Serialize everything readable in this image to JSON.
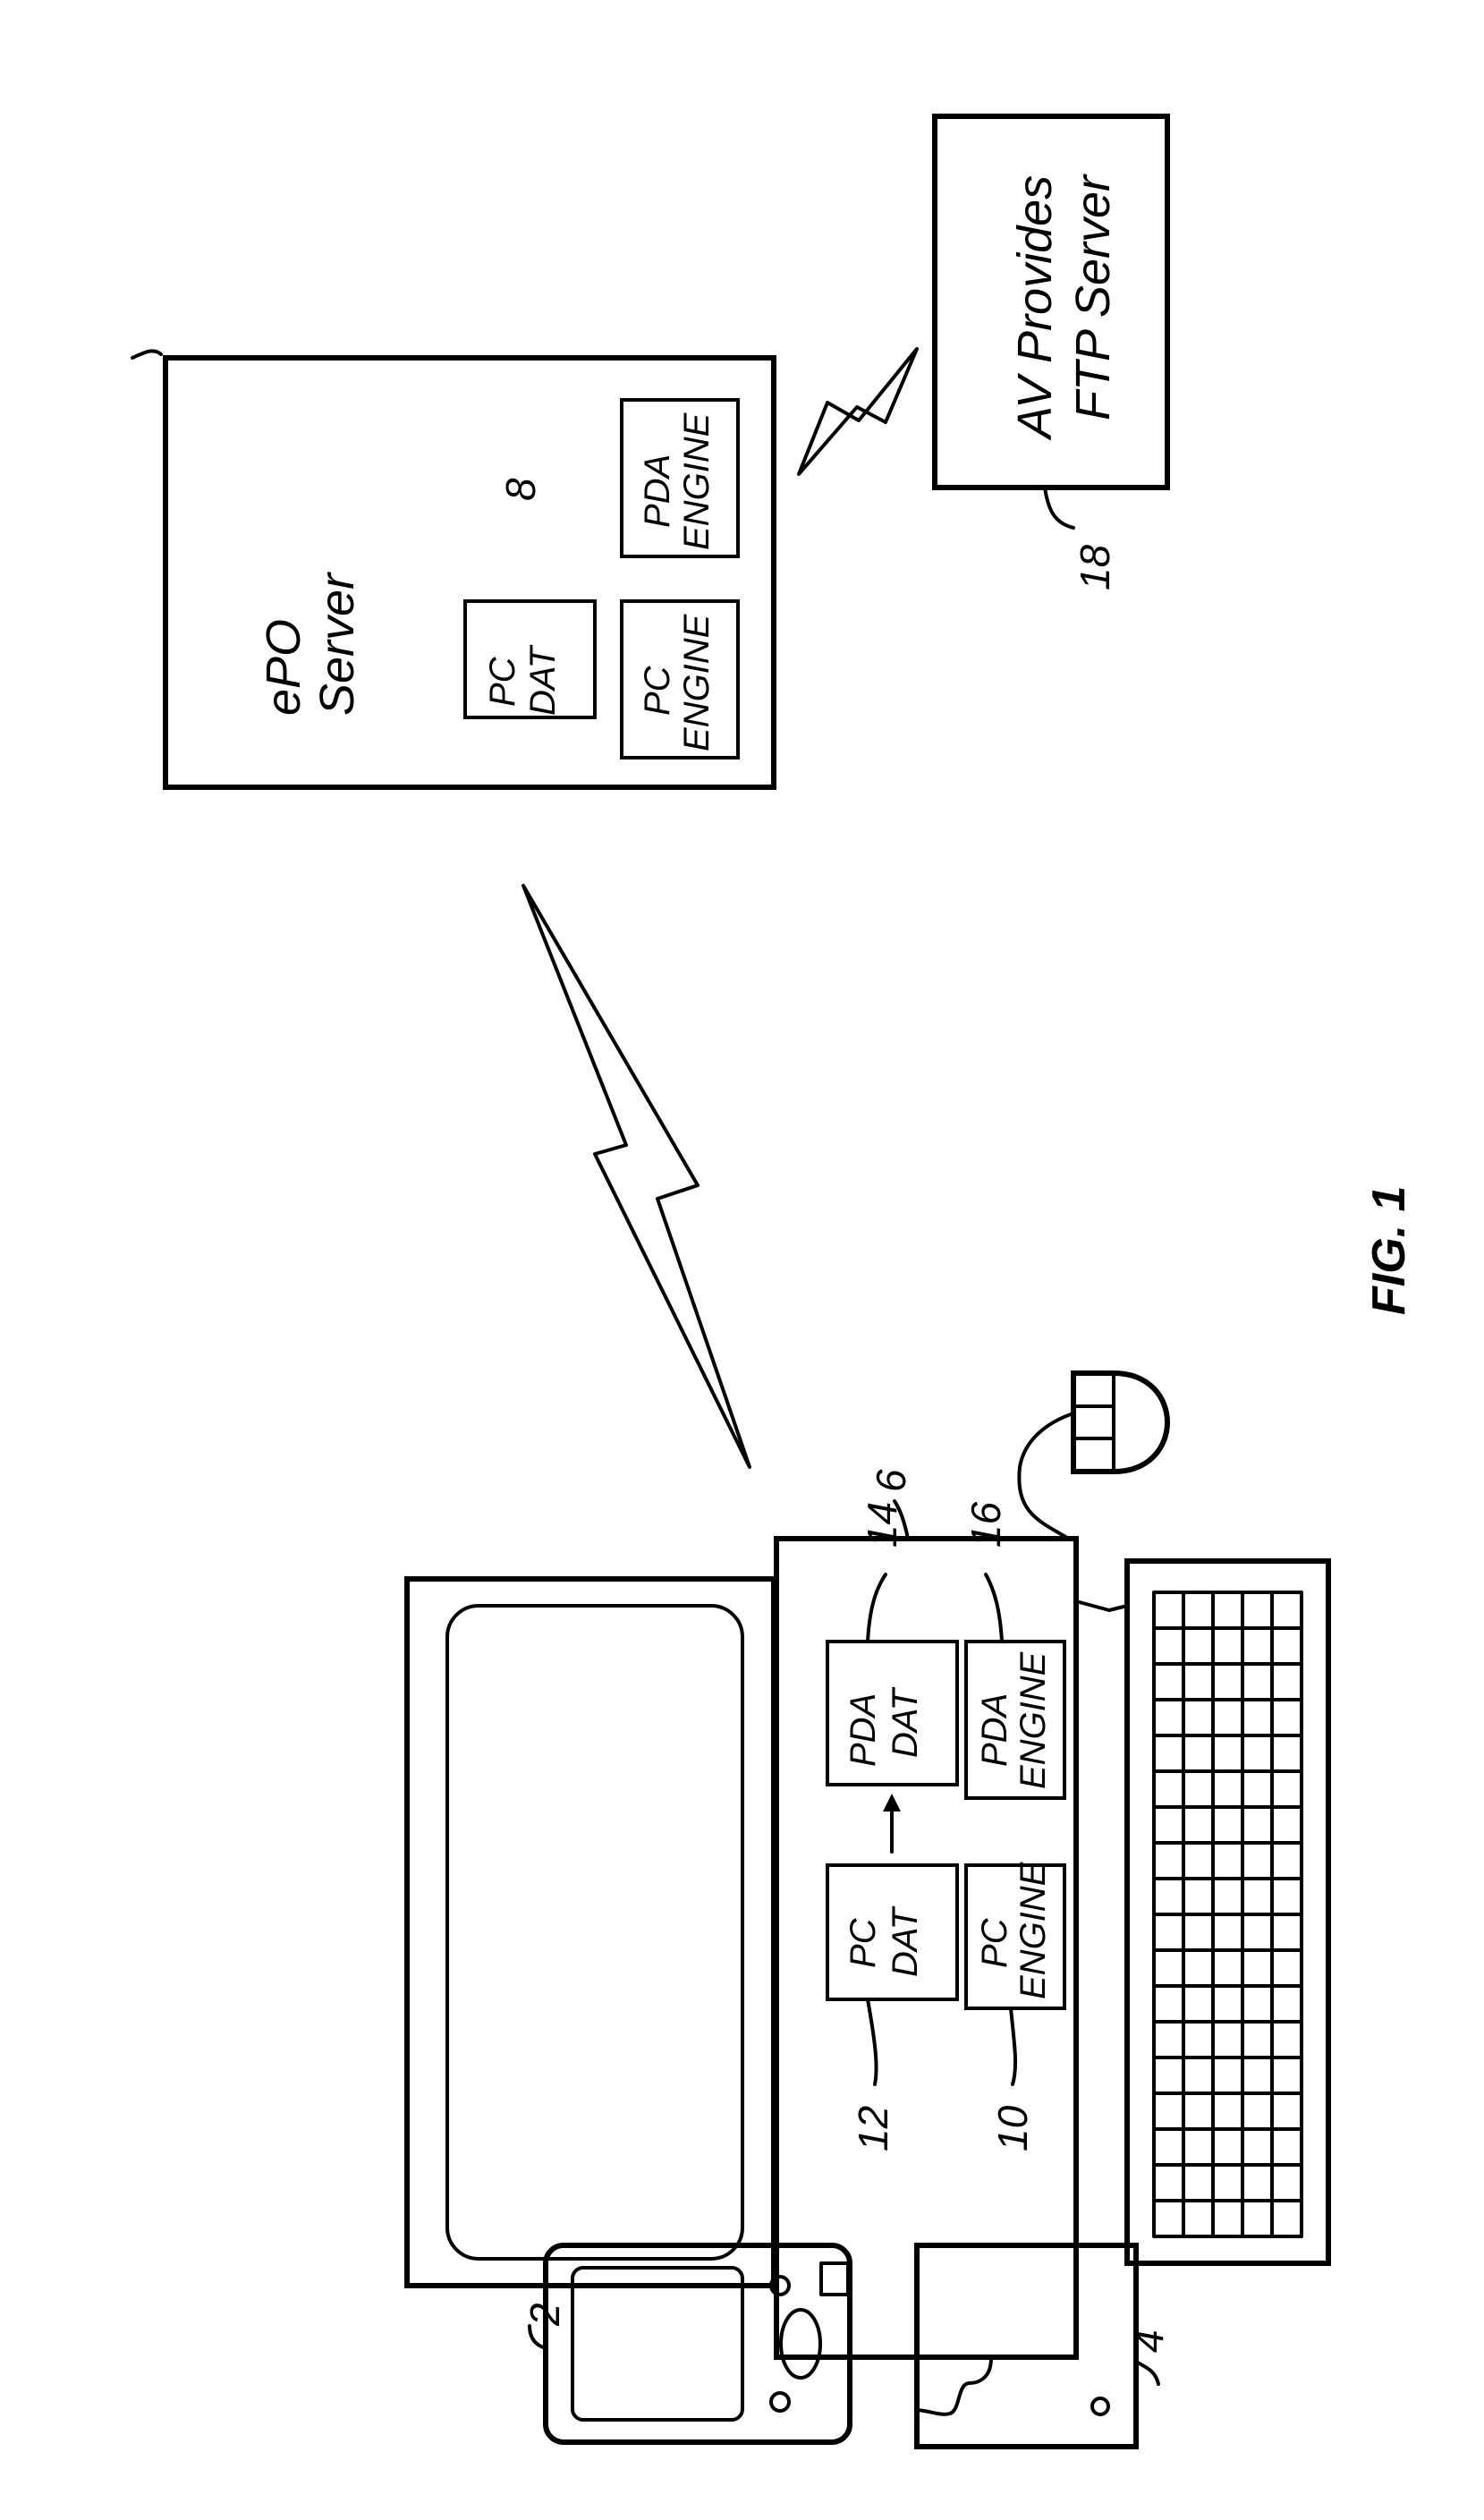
{
  "figure": {
    "caption": "FIG. 1"
  },
  "epo_server": {
    "label_line1": "ePO",
    "label_line2": "Server",
    "ref": "8",
    "boxes": {
      "pc_dat": [
        "PC",
        "DAT"
      ],
      "pc_engine": [
        "PC",
        "ENGINE"
      ],
      "pda_engine": [
        "PDA",
        "ENGINE"
      ]
    }
  },
  "av_ftp_server": {
    "label_line1": "AV Provides",
    "label_line2": "FTP Server",
    "ref": "18"
  },
  "computer": {
    "ref": "6",
    "boxes": {
      "pc_dat": {
        "lines": [
          "PC",
          "DAT"
        ],
        "ref": "12"
      },
      "pc_engine": {
        "lines": [
          "PC",
          "ENGINE"
        ],
        "ref": "10"
      },
      "pda_dat": {
        "lines": [
          "PDA",
          "DAT"
        ],
        "ref": "14"
      },
      "pda_engine": {
        "lines": [
          "PDA",
          "ENGINE"
        ],
        "ref": "16"
      }
    }
  },
  "pda": {
    "ref": "2"
  },
  "cradle": {
    "ref": "4"
  }
}
